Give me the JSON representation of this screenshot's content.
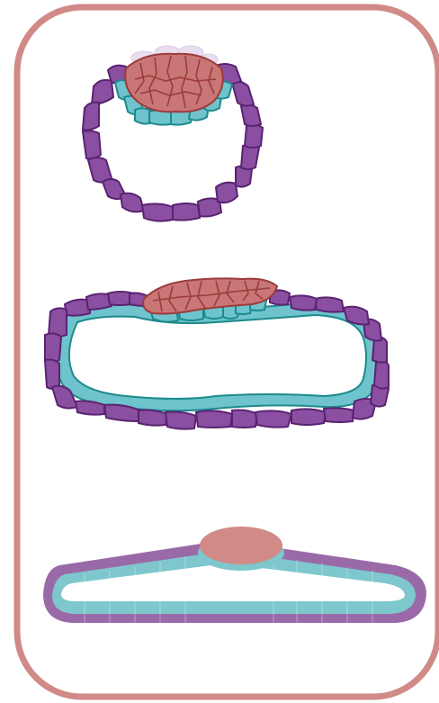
{
  "colors": {
    "frame": "#d08a88",
    "background": "#ffffff",
    "outer_cells": "#8a4fa0",
    "outer_cells_stroke": "#5a2371",
    "inner_cells": "#6ec3cc",
    "inner_cells_stroke": "#1d8a8d",
    "cluster_cells": "#c87676",
    "cluster_cells_stroke": "#9c3b3b",
    "flat_outer": "#9a6aa8",
    "flat_inner": "#7ec7cd",
    "flat_cluster": "#d28a86"
  },
  "stages": [
    {
      "id": "stage-1",
      "shape": "round-vesicle"
    },
    {
      "id": "stage-2",
      "shape": "elongated-vesicle"
    },
    {
      "id": "stage-3",
      "shape": "flattened-schematic"
    }
  ]
}
